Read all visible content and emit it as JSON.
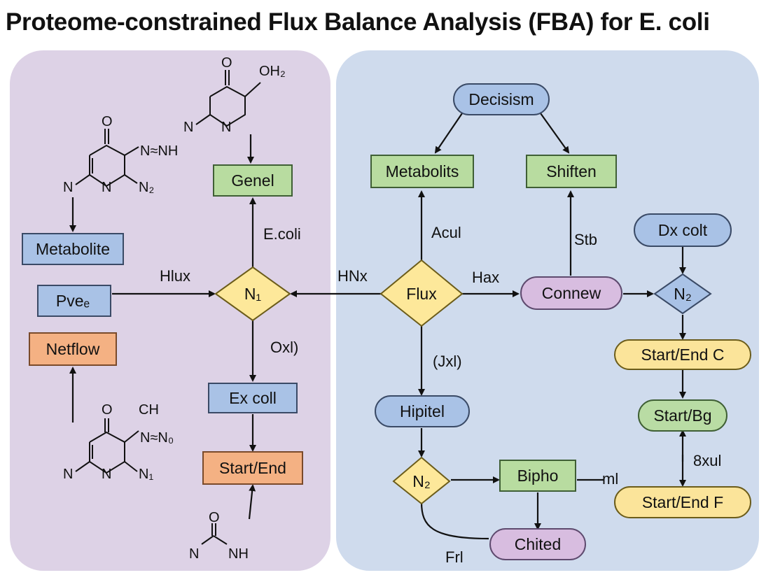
{
  "title": "Proteome-constrained Flux Balance Analysis (FBA) for  E. coli",
  "colors": {
    "left_panel": "#ddd2e6",
    "right_panel": "#cfdbed",
    "blue_box": "#a9c2e6",
    "green_box": "#b8dca0",
    "orange_box": "#f4b183",
    "yellow_diamond": "#fde89a",
    "purple_pill": "#d8bde0",
    "yellow_pill": "#fbe49a",
    "green_pill": "#b9dca4"
  },
  "left_panel": {
    "nodes": {
      "metabolite": "Metabolite",
      "pve": "Pveₑ",
      "netflow": "Netflow",
      "genel": "Genel",
      "n1": "N₁",
      "ex_coll": "Ex coll",
      "start_end": "Start/End"
    },
    "labels": {
      "hlux": "Hlux",
      "ecoli": "E.coli",
      "oxl": "Oxl)",
      "hnx": "HNx"
    },
    "molecules": {
      "top_center": {
        "o": "O",
        "oh2": "OH₂",
        "n_left": "N",
        "n_ring": "N"
      },
      "top_left": {
        "o": "O",
        "nnh": "N≈NH",
        "n_left": "N",
        "n_ring": "N",
        "n2": "N₂"
      },
      "bottom_left": {
        "o": "O",
        "ch": "CH",
        "nn0": "N≈N₀",
        "n_left": "N",
        "n_ring": "N",
        "n1": "N₁"
      },
      "bottom_center": {
        "o": "O",
        "n": "N",
        "nh": "NH"
      }
    }
  },
  "right_panel": {
    "nodes": {
      "decisism": "Decisism",
      "metabolits": "Metabolits",
      "shiften": "Shiften",
      "flux": "Flux",
      "connew": "Connew",
      "dx_colt": "Dx colt",
      "n2_right": "N₂",
      "start_end_c": "Start/End C",
      "start_bg": "Start/Bg",
      "start_end_f": "Start/End F",
      "hipitel": "Hipitel",
      "n2_bottom": "N₂",
      "bipho": "Bipho",
      "chited": "Chited"
    },
    "labels": {
      "acul": "Acul",
      "stb": "Stb",
      "hax": "Hax",
      "jxl": "(Jxl)",
      "xul": "8xul",
      "ml": "ml",
      "frl": "Frl"
    }
  }
}
